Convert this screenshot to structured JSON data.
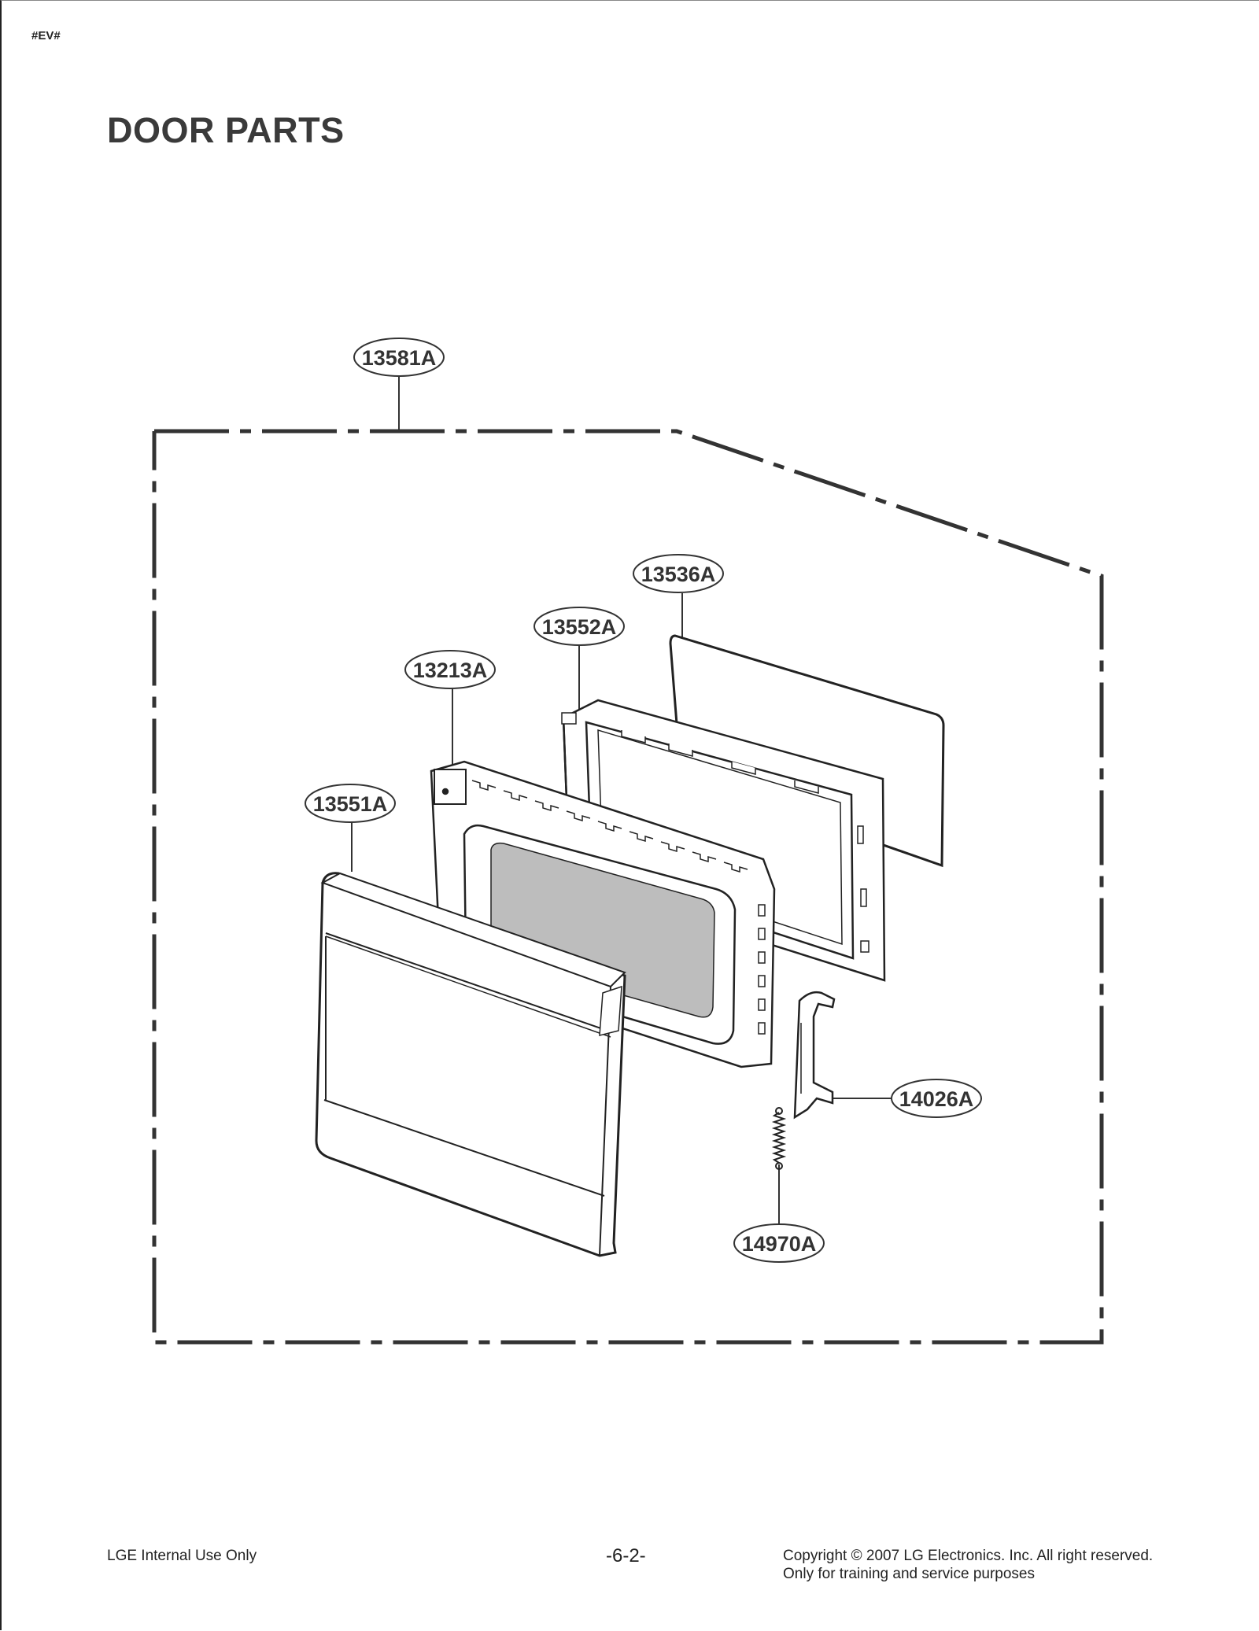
{
  "header": {
    "mark": "#EV#",
    "title": "DOOR PARTS"
  },
  "callouts": {
    "assembly": "13581A",
    "sheet": "13536A",
    "choke": "13552A",
    "hinge_frame": "13213A",
    "door_front": "13551A",
    "latch": "14026A",
    "spring": "14970A"
  },
  "footer": {
    "left": "LGE Internal Use Only",
    "center": "-6-2-",
    "right_line1": "Copyright © 2007 LG Electronics. Inc. All right reserved.",
    "right_line2": "Only for training and service purposes"
  }
}
